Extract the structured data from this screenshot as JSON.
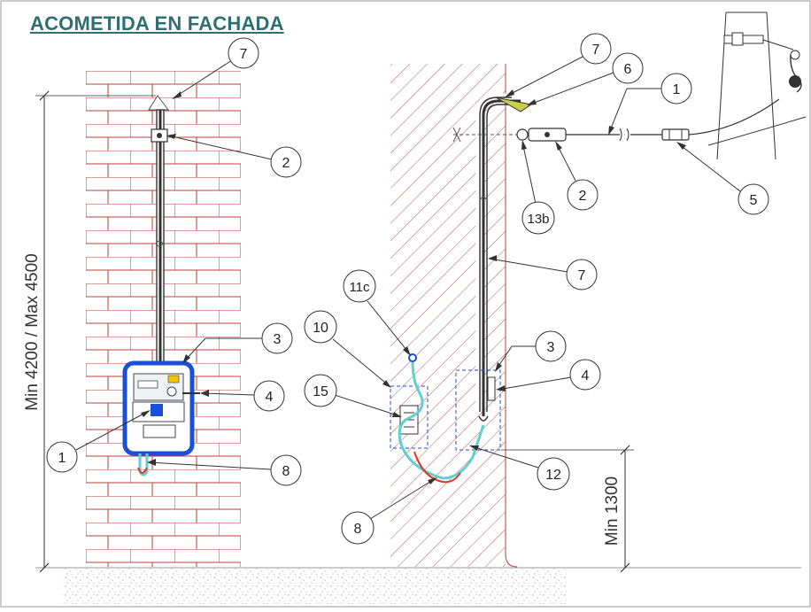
{
  "title": "ACOMETIDA EN FACHADA",
  "dimensions": {
    "height_range": "Min 4200 / Max 4500",
    "min_height": "Min 1300"
  },
  "callouts": {
    "c1_left": "1",
    "c2_left": "2",
    "c3_left": "3",
    "c4_left": "4",
    "c7_left": "7",
    "c8_left": "8",
    "c1_right": "1",
    "c2_right": "2",
    "c3_right": "3",
    "c4_right": "4",
    "c5_right": "5",
    "c6_right": "6",
    "c7_right_top": "7",
    "c7_right_mid": "7",
    "c8_right": "8",
    "c10_right": "10",
    "c11c_right": "11c",
    "c12_right": "12",
    "c13b_right": "13b",
    "c15_right": "15"
  },
  "colors": {
    "title": "#2f6f72",
    "brick": "#b5413a",
    "hatch": "#b5413a",
    "box_blue": "#1a4fd8",
    "cable_cyan": "#5fd0d0",
    "cable_red": "#d83a2a",
    "dimension": "#333333"
  }
}
